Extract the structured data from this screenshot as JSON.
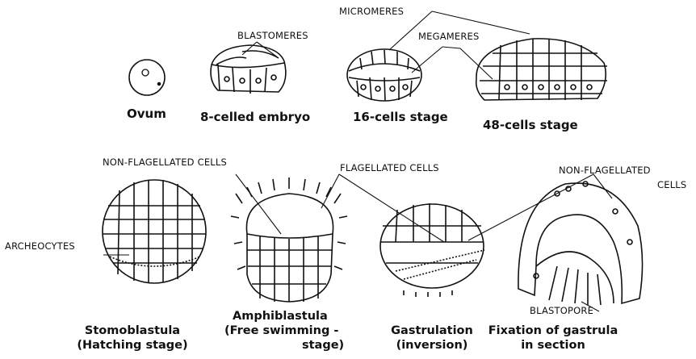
{
  "stages": {
    "ovum": "Ovum",
    "eight_celled": "8-celled embryo",
    "sixteen_cells": "16-cells stage",
    "fortyeight_cells": "48-cells stage",
    "stomoblastula_1": "Stomoblastula",
    "stomoblastula_2": "(Hatching stage)",
    "amphiblastula_1": "Amphiblastula",
    "amphiblastula_2": "(Free swimming -",
    "amphiblastula_3": "stage)",
    "gastrulation_1": "Gastrulation",
    "gastrulation_2": "(inversion)",
    "fixation_1": "Fixation of gastrula",
    "fixation_2": "in section"
  },
  "labels": {
    "micromeres": "MICROMERES",
    "blastomeres": "BLASTOMERES",
    "megameres": "MEGAMERES",
    "non_flagellated_cells": "NON-FLAGELLATED CELLS",
    "flagellated_cells": "FLAGELLATED CELLS",
    "non_flagellated_2a": "NON-FLAGELLATED",
    "non_flagellated_2b": "CELLS",
    "archeocytes": "ARCHEOCYTES",
    "blastopore": "BLASTOPORE"
  }
}
